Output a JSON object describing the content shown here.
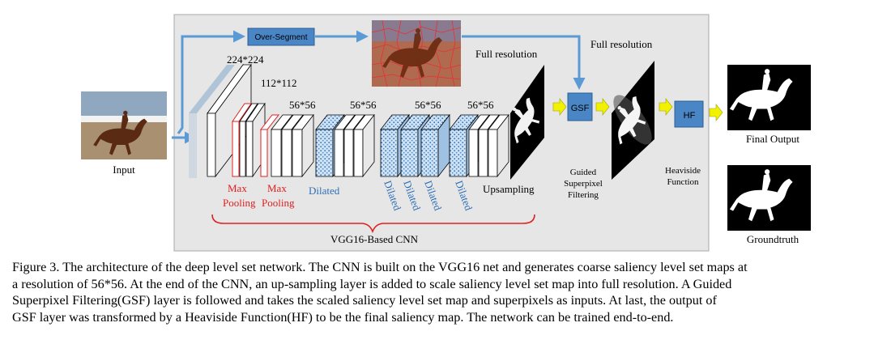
{
  "labels": {
    "input": "Input",
    "over_segment": "Over-Segment",
    "size_224": "224*224",
    "size_112": "112*112",
    "size_56_a": "56*56",
    "size_56_b": "56*56",
    "size_56_c": "56*56",
    "size_56_d": "56*56",
    "full_resolution_1": "Full resolution",
    "full_resolution_2": "Full resolution",
    "max": "Max",
    "pooling": "Pooling",
    "dilated": "Dilated",
    "upsampling": "Upsampling",
    "gsf": "GSF",
    "hf": "HF",
    "guided": "Guided",
    "superpixel": "Superpixel",
    "filtering": "Filtering",
    "heaviside": "Heaviside",
    "function": "Function",
    "vgg16_cnn": "VGG16-Based CNN",
    "final_output": "Final Output",
    "groundtruth": "Groundtruth"
  },
  "caption": {
    "lines": [
      "Figure 3. The architecture of the deep level set network. The CNN is built on the VGG16 net and generates coarse saliency level set maps at",
      "a resolution of 56*56. At the end of the CNN, an up-sampling layer is added to scale saliency level set map into full resolution. A Guided",
      "Superpixel Filtering(GSF) layer is followed and takes the scaled saliency level set map and superpixels as inputs. At last, the output of",
      "GSF layer was transformed by a Heaviside Function(HF) to be the final saliency map. The network can be trained end-to-end."
    ]
  },
  "colors": {
    "panel_bg": "#e6e6e6",
    "arrow_blue": "#5b9bd5",
    "box_blue": "#4a86c5",
    "pool_red": "#e02020",
    "dilated_blue": "#2e6fb7",
    "yellow_arrow": "#f2f200"
  }
}
